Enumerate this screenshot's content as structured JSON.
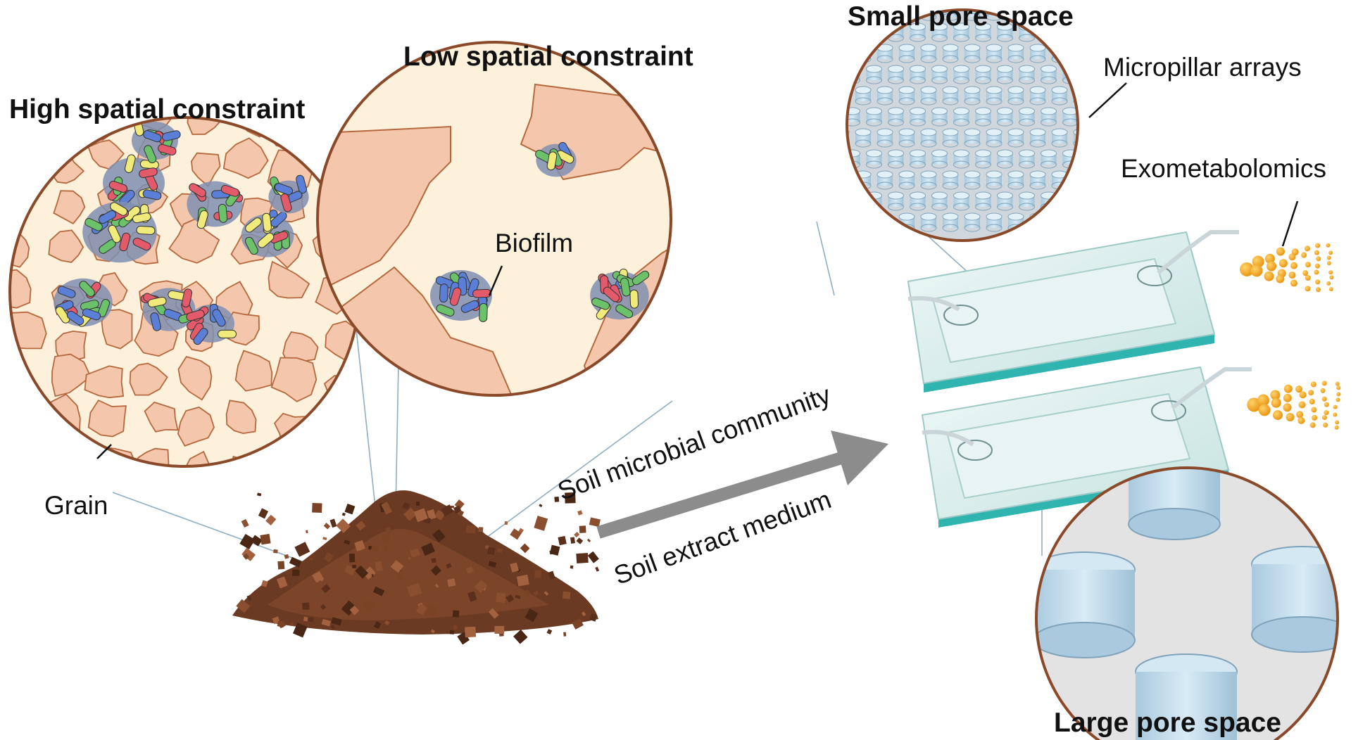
{
  "labels": {
    "high_constraint": "High spatial constraint",
    "low_constraint": "Low spatial constraint",
    "small_pore": "Small pore space",
    "large_pore": "Large pore space",
    "micropillar": "Micropillar arrays",
    "exometabolomics": "Exometabolomics",
    "biofilm": "Biofilm",
    "grain": "Grain",
    "community": "Soil microbial community",
    "medium": "Soil extract medium"
  },
  "colors": {
    "circle_fill": "#fdf1dc",
    "circle_border": "#8a4a2a",
    "grain_fill": "#f4c7ad",
    "grain_stroke": "#b5683e",
    "biofilm": "#7f8fb0",
    "bacteria": [
      "#e35b6a",
      "#5b7fd6",
      "#6cc26a",
      "#f0ea7a"
    ],
    "soil": "#6b3a22",
    "pillar": "#bcd8ea",
    "chip_glass": "#d7ece9",
    "chip_edge": "#2fb4b0",
    "droplet": "#f4a522",
    "arrow": "#8c8c8c"
  }
}
